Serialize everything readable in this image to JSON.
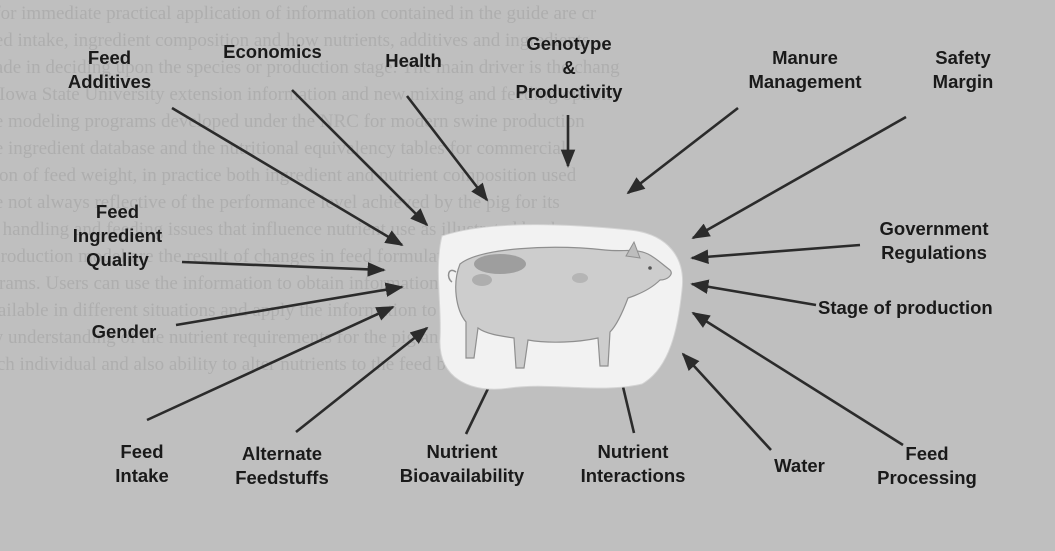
{
  "background_text": [
    "y for immediate practical application of information contained in the guide are cr",
    "feed intake, ingredient composition and how nutrients, additives and ingredients",
    "made in deciding upon the species or production stage. The main driver is the chang",
    "g. Iowa State University extension information and new mixing and feeding options",
    "the modeling programs developed under the NRC for modern swine production",
    "the ingredient database and the nutritional equivalency tables for commercial",
    "ction of feed weight, in practice both ingredient and nutrient composition used",
    "are not always reflective of the performance level achieved by the pig for its",
    "ed handling and feeding issues that influence nutrient use as illustrated by the",
    "r production model are the result of changes in feed formulation and feeding",
    "ograms. Users can use the information to obtain information on nutrient needs for",
    "available in different situations and apply the information to diets and feeding",
    "ow understanding of the nutrient requirements for the pig and the ability to",
    "each individual and also ability to alter nutrients to the feed being fed. Further,"
  ],
  "labels": {
    "feed_additives": "Feed\nAdditives",
    "economics": "Economics",
    "health": "Health",
    "genotype": "Genotype\n&\nProductivity",
    "manure": "Manure\nManagement",
    "safety": "Safety\nMargin",
    "ingredient_quality": "Feed\nIngredient\nQuality",
    "government": "Government\nRegulations",
    "gender": "Gender",
    "stage": "Stage of production",
    "feed_intake": "Feed\nIntake",
    "alternate": "Alternate\nFeedstuffs",
    "bioavailability": "Nutrient\nBioavailability",
    "interactions": "Nutrient\nInteractions",
    "water": "Water",
    "processing": "Feed\nProcessing"
  },
  "colors": {
    "background": "#bfbfbf",
    "arrow": "#2b2b2b",
    "text": "#1a1a1a",
    "pig_body": "#cfcfcf",
    "pig_backdrop": "#f2f2f2"
  }
}
